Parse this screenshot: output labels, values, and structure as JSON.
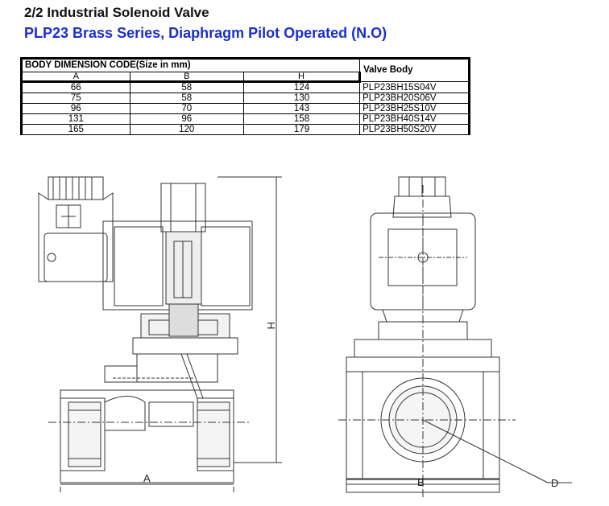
{
  "title": "2/2 Industrial Solenoid Valve",
  "subtitle": "PLP23 Brass Series, Diaphragm Pilot Operated (N.O)",
  "table": {
    "group_header": "BODY DIMENSION CODE(Size in mm)",
    "valve_body_header": "Valve Body",
    "columns": [
      "A",
      "B",
      "H"
    ],
    "rows": [
      {
        "a": "66",
        "b": "58",
        "h": "124",
        "model": "PLP23BH15S04V"
      },
      {
        "a": "75",
        "b": "58",
        "h": "130",
        "model": "PLP23BH20S06V"
      },
      {
        "a": "96",
        "b": "70",
        "h": "143",
        "model": "PLP23BH25S10V"
      },
      {
        "a": "131",
        "b": "96",
        "h": "158",
        "model": "PLP23BH40S14V"
      },
      {
        "a": "165",
        "b": "120",
        "h": "179",
        "model": "PLP23BH50S20V"
      }
    ]
  },
  "drawing": {
    "label_a": "A",
    "label_h": "H",
    "label_b": "B",
    "label_d": "D"
  }
}
